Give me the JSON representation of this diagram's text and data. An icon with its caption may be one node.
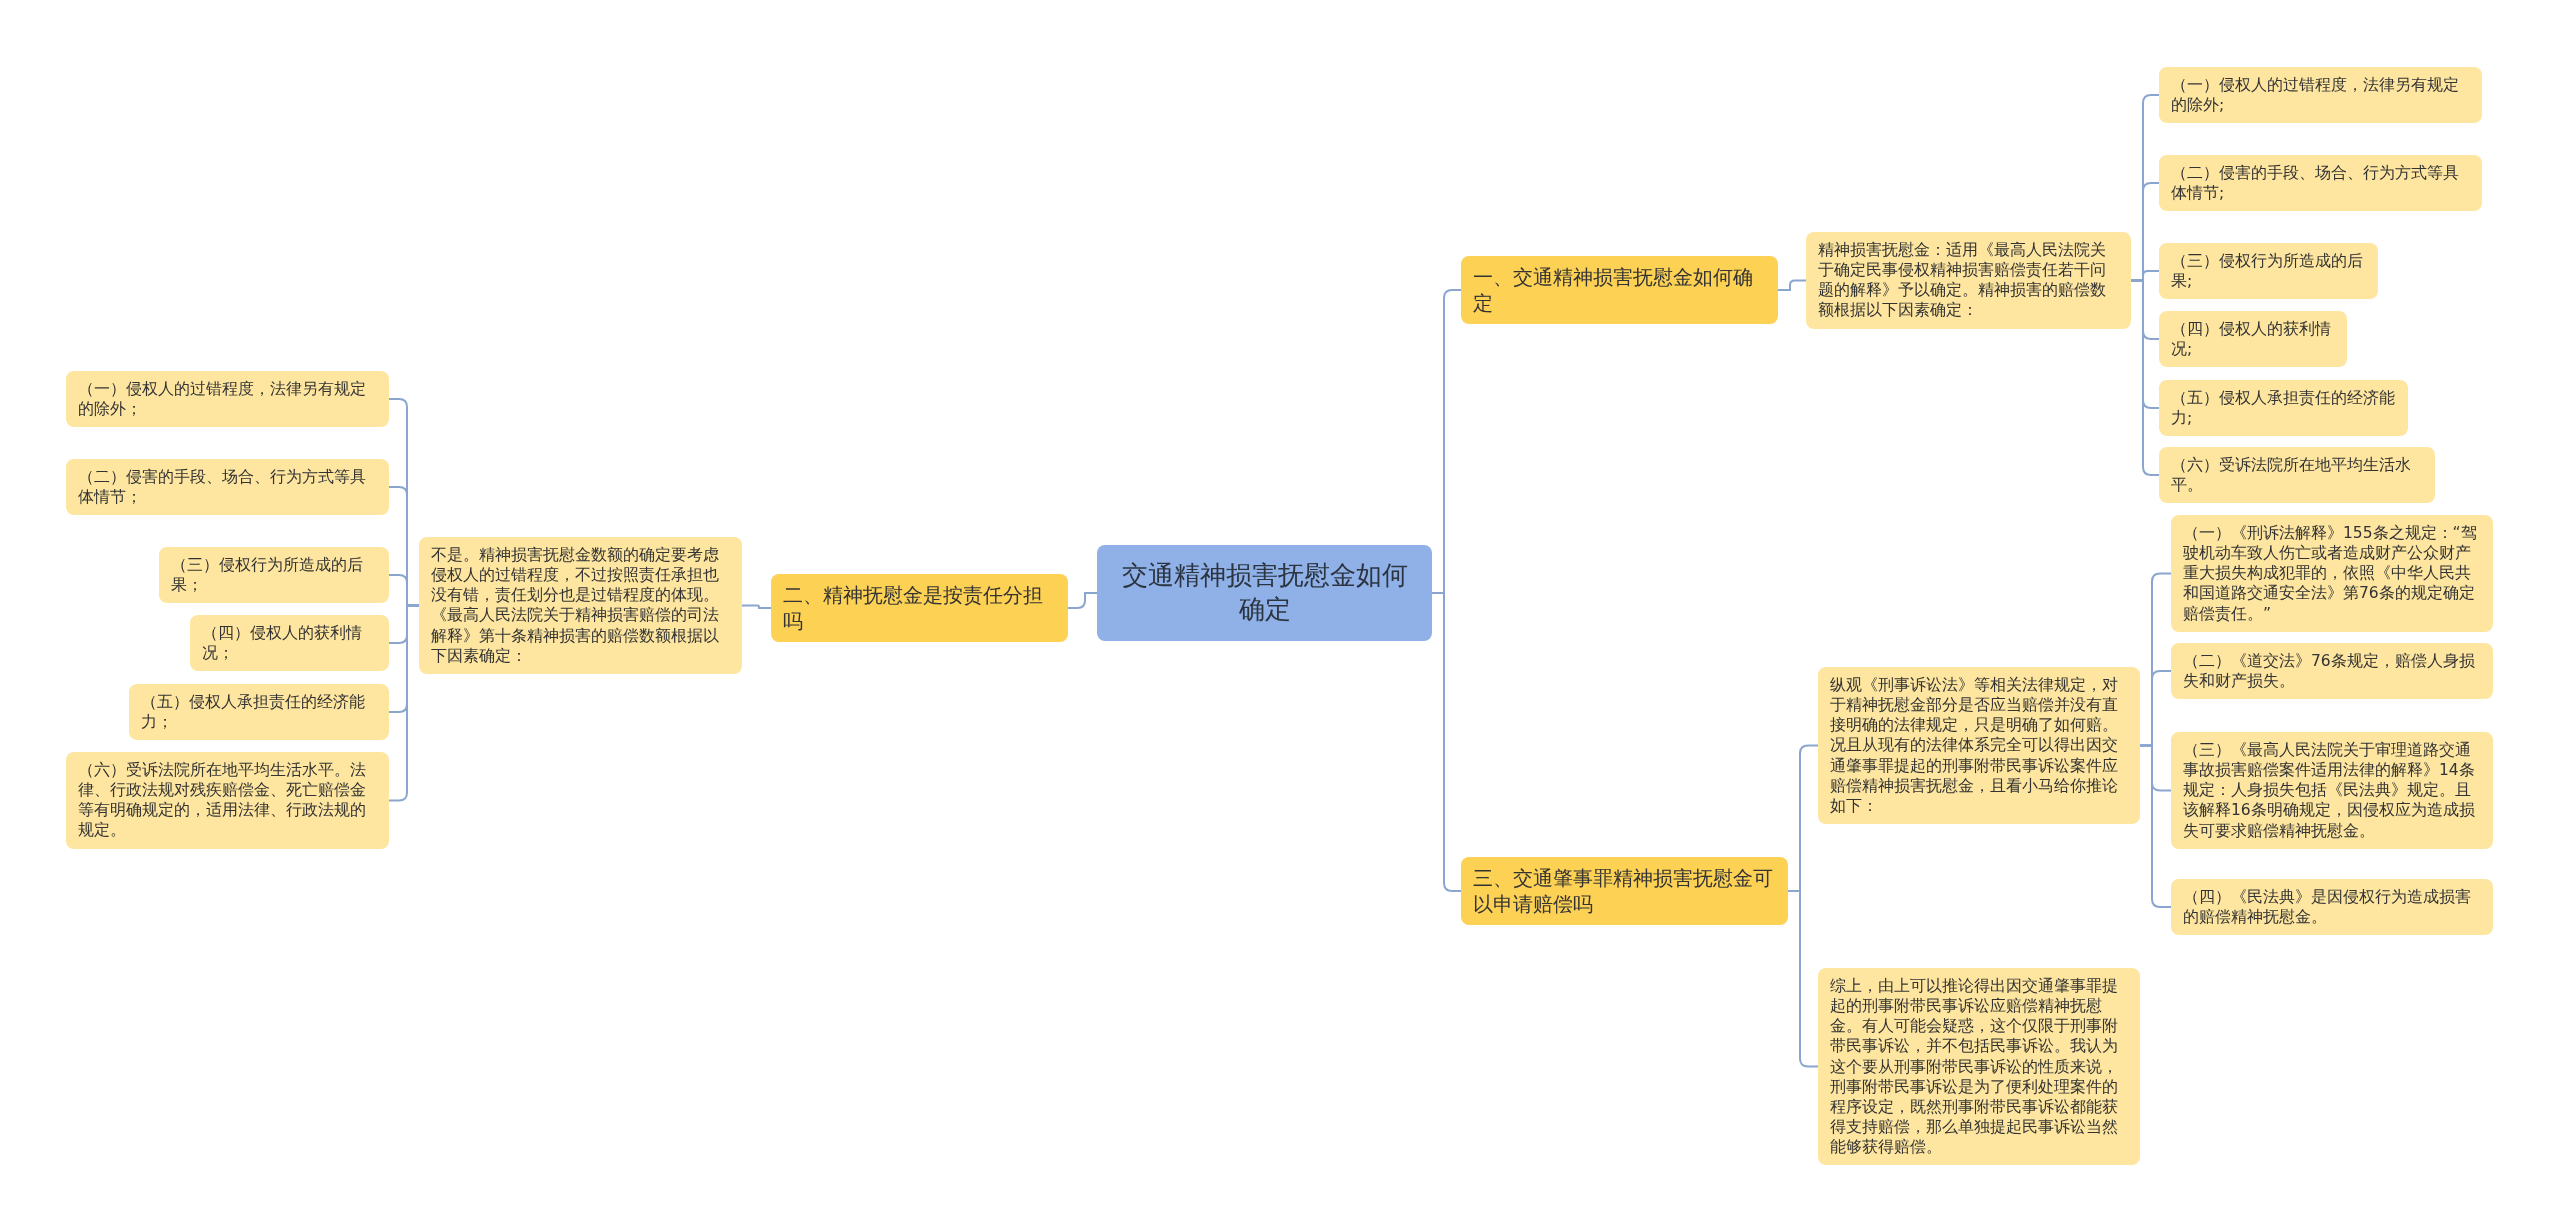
{
  "diagram": {
    "nodes": [
      {
        "text": [
          "交通精神损害抚慰金如何确定"
        ]
      },
      {
        "text": [
          "二、精神抚慰金是按责任分担吗"
        ]
      },
      {
        "text": [
          "不是。精神损害抚慰金数额的确定要考虑侵权人的过错程度，不过按照责任承担也没有错，责任划分也是过错程度的体现。《最高人民法院关于精神损害赔偿的司法解释》第十条精神损害的赔偿数额根据以下因素确定："
        ]
      },
      {
        "text": [
          "（一）侵权人的过错程度，法律另有规定的除外；"
        ]
      },
      {
        "text": [
          "（二）侵害的手段、场合、行为方式等具体情节；"
        ]
      },
      {
        "text": [
          "（三）侵权行为所造成的后果；"
        ]
      },
      {
        "text": [
          "（四）侵权人的获利情况；"
        ]
      },
      {
        "text": [
          "（五）侵权人承担责任的经济能力；"
        ]
      },
      {
        "text": [
          "（六）受诉法院所在地平均生活水平。法律、行政法规对残疾赔偿金、死亡赔偿金等有明确规定的，适用法律、行政法规的规定。"
        ]
      },
      {
        "text": [
          "一、交通精神损害抚慰金如何确定"
        ]
      },
      {
        "text": [
          "精神损害抚慰金：适用《最高人民法院关于确定民事侵权精神损害赔偿责任若干问题的解释》予以确定。精神损害的赔偿数额根据以下因素确定："
        ]
      },
      {
        "text": [
          "（一）侵权人的过错程度，法律另有规定的除外;"
        ]
      },
      {
        "text": [
          "（二）侵害的手段、场合、行为方式等具体情节;"
        ]
      },
      {
        "text": [
          "（三）侵权行为所造成的后果;"
        ]
      },
      {
        "text": [
          "（四）侵权人的获利情况;"
        ]
      },
      {
        "text": [
          "（五）侵权人承担责任的经济能力;"
        ]
      },
      {
        "text": [
          "（六）受诉法院所在地平均生活水平。"
        ]
      },
      {
        "text": [
          "三、交通肇事罪精神损害抚慰金可以申请赔偿吗"
        ]
      },
      {
        "text": [
          "纵观《刑事诉讼法》等相关法律规定，对于精神抚慰金部分是否应当赔偿并没有直接明确的法律规定，只是明确了如何赔。况且从现有的法律体系完全可以得出因交通肇事罪提起的刑事附带民事诉讼案件应赔偿精神损害抚慰金，且看小马给你推论如下："
        ]
      },
      {
        "text": [
          "（一）《刑诉法解释》155条之规定：“驾驶机动车致人伤亡或者造成财产公众财产重大损失构成犯罪的，依照《中华人民共和国道路交通安全法》第76条的规定确定赔偿责任。”"
        ]
      },
      {
        "text": [
          "（二）《道交法》76条规定，赔偿人身损失和财产损失。"
        ]
      },
      {
        "text": [
          "（三）《最高人民法院关于审理道路交通事故损害赔偿案件适用法律的解释》14条规定：人身损失包括《民法典》规定。且该解释16条明确规定，因侵权应为造成损失可要求赔偿精神抚慰金。"
        ]
      },
      {
        "text": [
          "（四）《民法典》是因侵权行为造成损害的赔偿精神抚慰金。"
        ]
      },
      {
        "text": [
          "综上，由上可以推论得出因交通肇事罪提起的刑事附带民事诉讼应赔偿精神抚慰金。有人可能会疑惑，这个仅限于刑事附带民事诉讼，并不包括民事诉讼。我认为这个要从刑事附带民事诉讼的性质来说，刑事附带民事诉讼是为了便利处理案件的程序设定，既然刑事附带民事诉讼都能获得支持赔偿，那么单独提起民事诉讼当然能够获得赔偿。"
        ]
      }
    ],
    "edges": [
      {
        "from": 0,
        "to": 1,
        "arrow": "none"
      },
      {
        "from": 1,
        "to": 2,
        "arrow": "none"
      },
      {
        "from": 2,
        "to": 3,
        "arrow": "none"
      },
      {
        "from": 2,
        "to": 4,
        "arrow": "none"
      },
      {
        "from": 2,
        "to": 5,
        "arrow": "none"
      },
      {
        "from": 2,
        "to": 6,
        "arrow": "none"
      },
      {
        "from": 2,
        "to": 7,
        "arrow": "none"
      },
      {
        "from": 2,
        "to": 8,
        "arrow": "none"
      },
      {
        "from": 0,
        "to": 9,
        "arrow": "none"
      },
      {
        "from": 9,
        "to": 10,
        "arrow": "none"
      },
      {
        "from": 10,
        "to": 11,
        "arrow": "none"
      },
      {
        "from": 10,
        "to": 12,
        "arrow": "none"
      },
      {
        "from": 10,
        "to": 13,
        "arrow": "none"
      },
      {
        "from": 10,
        "to": 14,
        "arrow": "none"
      },
      {
        "from": 10,
        "to": 15,
        "arrow": "none"
      },
      {
        "from": 10,
        "to": 16,
        "arrow": "none"
      },
      {
        "from": 0,
        "to": 17,
        "arrow": "none"
      },
      {
        "from": 17,
        "to": 18,
        "arrow": "none"
      },
      {
        "from": 18,
        "to": 19,
        "arrow": "none"
      },
      {
        "from": 18,
        "to": 20,
        "arrow": "none"
      },
      {
        "from": 18,
        "to": 21,
        "arrow": "none"
      },
      {
        "from": 18,
        "to": 22,
        "arrow": "none"
      },
      {
        "from": 17,
        "to": 23,
        "arrow": "none"
      }
    ]
  }
}
